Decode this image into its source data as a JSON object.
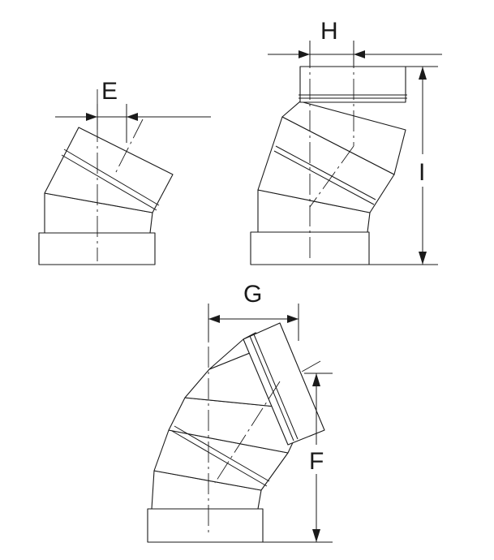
{
  "diagram": {
    "labels": {
      "e": "E",
      "h": "H",
      "i": "I",
      "g": "G",
      "f": "F"
    },
    "colors": {
      "line": "#1a1a1a",
      "background": "#ffffff"
    }
  }
}
